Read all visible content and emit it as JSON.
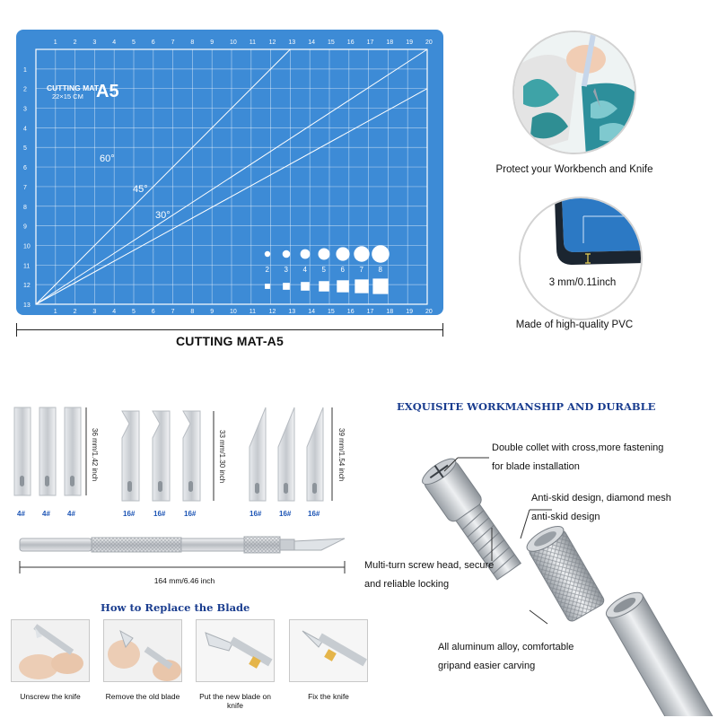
{
  "mat": {
    "title": "CUTTING MAT",
    "size_text": "22×15 CM",
    "badge": "A5",
    "angles": [
      "60°",
      "45°",
      "30°"
    ],
    "top_ruler": [
      "1",
      "2",
      "3",
      "4",
      "5",
      "6",
      "7",
      "8",
      "9",
      "10",
      "11",
      "12",
      "13",
      "14",
      "15",
      "16",
      "17",
      "18",
      "19",
      "20"
    ],
    "side_ruler": [
      "1",
      "2",
      "3",
      "4",
      "5",
      "6",
      "7",
      "8",
      "9",
      "10",
      "11",
      "12",
      "13"
    ],
    "shape_labels": [
      "2",
      "3",
      "4",
      "5",
      "6",
      "7",
      "8"
    ],
    "caption": "CUTTING MAT-A5"
  },
  "right_panel": {
    "caption_1": "Protect your Workbench and Knife",
    "thickness": "3 mm/0.11inch",
    "caption_2": "Made of high-quality PVC"
  },
  "blades": {
    "groups": [
      {
        "label": "4#",
        "dimension": "36 mm/1.42 inch"
      },
      {
        "label": "16#",
        "dimension": "33 mm/1.30 inch"
      },
      {
        "label": "16#",
        "dimension": "39 mm/1.54 inch"
      }
    ],
    "handle_length": "164 mm/6.46 inch"
  },
  "workmanship": {
    "title": "EXQUISITE WORKMANSHIP AND DURABLE",
    "feature_1_line1": "Double collet with cross,more fastening",
    "feature_1_line2": "for blade installation",
    "feature_2_line1": "Anti-skid design, diamond mesh",
    "feature_2_line2": "anti-skid design",
    "feature_3_line1": "Multi-turn screw head, secure",
    "feature_3_line2": "and reliable locking",
    "feature_4_line1": "All aluminum alloy, comfortable",
    "feature_4_line2": "gripand easier carving"
  },
  "replace": {
    "title": "How to Replace the Blade",
    "steps": [
      "Unscrew the knife",
      "Remove the old blade",
      "Put the new blade on knife",
      "Fix the knife"
    ]
  },
  "colors": {
    "mat_blue": "#3d8bd6",
    "title_blue": "#1a3d8f",
    "label_blue": "#1d55b5"
  }
}
